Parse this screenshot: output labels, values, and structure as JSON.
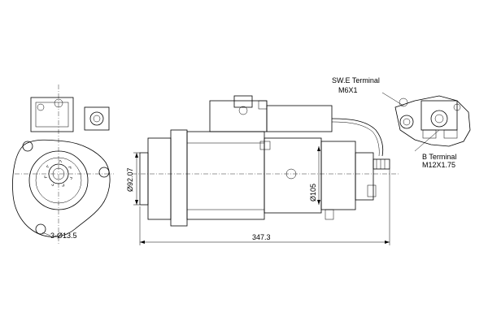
{
  "labels": {
    "sw_terminal_name": "SW.E Terminal",
    "sw_terminal_thread": "M6X1",
    "b_terminal_name": "B Terminal",
    "b_terminal_thread": "M12X1.75",
    "mounting_holes": "3-Ø13.5",
    "pilot_diameter": "Ø92.07",
    "body_diameter": "Ø105",
    "overall_length": "347.3"
  },
  "colors": {
    "line": "#000000",
    "background": "#ffffff"
  }
}
